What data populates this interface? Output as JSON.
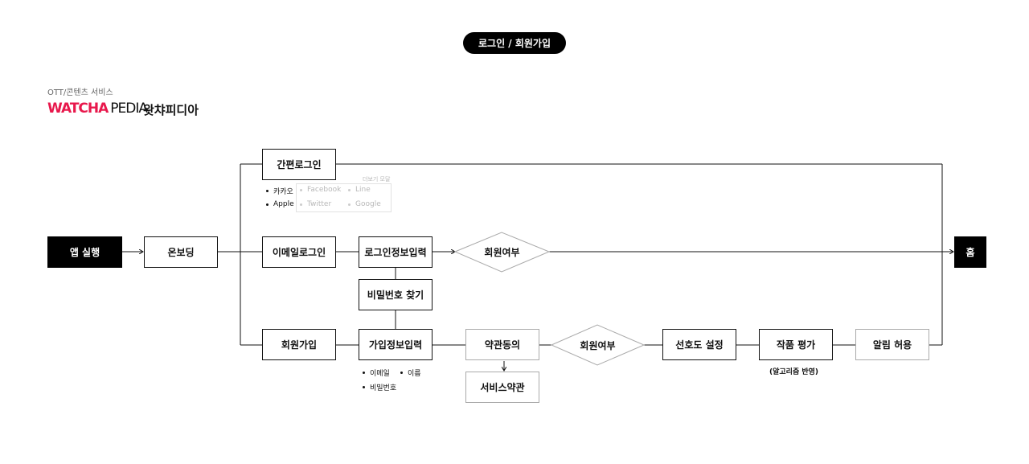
{
  "header": {
    "title": "로그인 / 회원가입",
    "category": "OTT/콘텐츠 서비스",
    "brand_part1": "WATCHA",
    "brand_part2": "PEDIA",
    "brand_korean": "왓챠피디아",
    "brand_color": "#e8184c"
  },
  "nodes": {
    "app_launch": "앱 실행",
    "onboarding": "온보딩",
    "easy_login": "간편로그인",
    "email_login": "이메일로그인",
    "login_info_input": "로그인정보입력",
    "find_password": "비밀번호 찾기",
    "signup": "회원가입",
    "signup_info_input": "가입정보입력",
    "terms_agree": "약관동의",
    "service_terms": "서비스약관",
    "preference_setting": "선호도 설정",
    "rate_works": "작품 평가",
    "allow_notifications": "알림 허용",
    "home": "홈"
  },
  "decisions": {
    "member_check_login": "회원여부",
    "member_check_signup": "회원여부"
  },
  "easy_login_options": {
    "primary": [
      "카카오",
      "Apple"
    ],
    "more_modal_label": "더보기 모달",
    "more": [
      "Facebook",
      "Line",
      "Twitter",
      "Google"
    ]
  },
  "signup_fields": [
    "이메일",
    "이름",
    "비밀번호"
  ],
  "rate_works_note": "(알고리즘 반영)"
}
